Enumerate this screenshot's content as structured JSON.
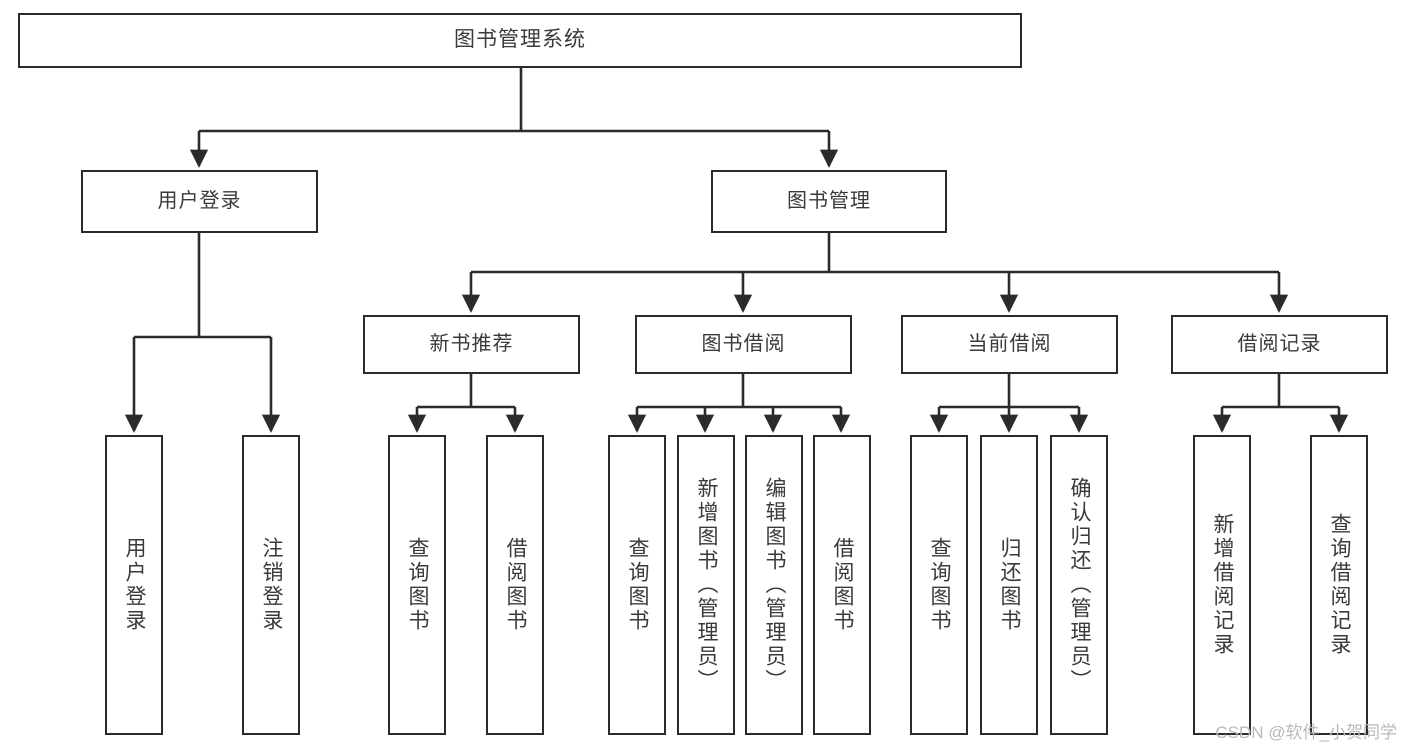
{
  "diagram": {
    "title": "图书管理系统",
    "type": "tree-hierarchy-chart",
    "watermark": "CSDN @软件_小贺同学",
    "colors": {
      "box_border": "#2b2b2b",
      "box_fill": "#ffffff",
      "text": "#3a3a3a",
      "connector": "#2b2b2b",
      "watermark": "#b9b9b9",
      "background": "#ffffff"
    },
    "levels": {
      "root": {
        "label": "图书管理系统"
      },
      "level2": [
        {
          "id": "user-login",
          "label": "用户登录"
        },
        {
          "id": "book-manage",
          "label": "图书管理"
        }
      ],
      "level3": [
        {
          "id": "new-book-rec",
          "label": "新书推荐",
          "parent": "book-manage"
        },
        {
          "id": "book-borrow",
          "label": "图书借阅",
          "parent": "book-manage"
        },
        {
          "id": "current-borrow",
          "label": "当前借阅",
          "parent": "book-manage"
        },
        {
          "id": "borrow-record",
          "label": "借阅记录",
          "parent": "book-manage"
        }
      ],
      "leaves": [
        {
          "id": "leaf-1",
          "label": "用户登录",
          "parent": "user-login"
        },
        {
          "id": "leaf-2",
          "label": "注销登录",
          "parent": "user-login"
        },
        {
          "id": "leaf-3",
          "label": "查询图书",
          "parent": "new-book-rec"
        },
        {
          "id": "leaf-4",
          "label": "借阅图书",
          "parent": "new-book-rec"
        },
        {
          "id": "leaf-5",
          "label": "查询图书",
          "parent": "book-borrow"
        },
        {
          "id": "leaf-6",
          "label": "新增图书（管理员）",
          "parent": "book-borrow"
        },
        {
          "id": "leaf-7",
          "label": "编辑图书（管理员）",
          "parent": "book-borrow"
        },
        {
          "id": "leaf-8",
          "label": "借阅图书",
          "parent": "book-borrow"
        },
        {
          "id": "leaf-9",
          "label": "查询图书",
          "parent": "current-borrow"
        },
        {
          "id": "leaf-10",
          "label": "归还图书",
          "parent": "current-borrow"
        },
        {
          "id": "leaf-11",
          "label": "确认归还（管理员）",
          "parent": "current-borrow"
        },
        {
          "id": "leaf-12",
          "label": "新增借阅记录",
          "parent": "borrow-record"
        },
        {
          "id": "leaf-13",
          "label": "查询借阅记录",
          "parent": "borrow-record"
        }
      ]
    }
  }
}
